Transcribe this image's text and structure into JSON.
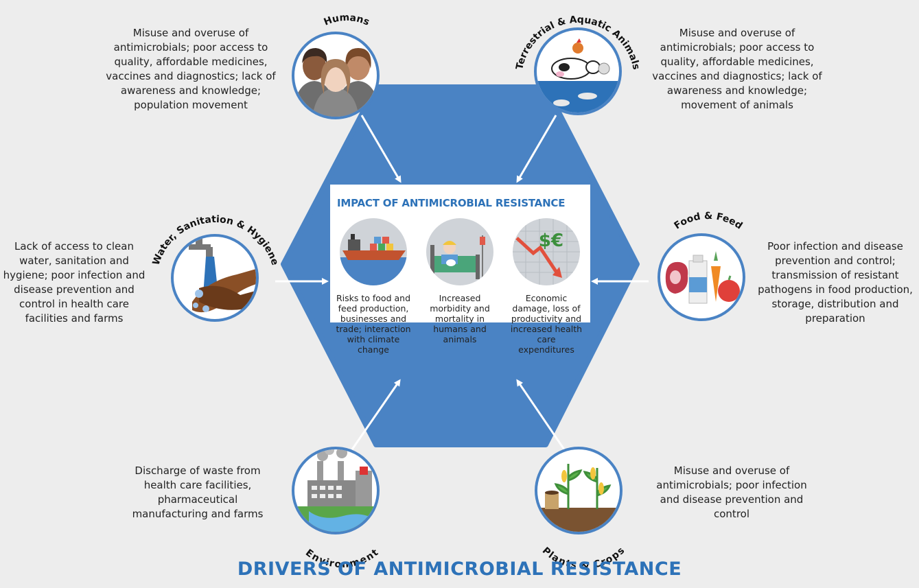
{
  "footer_title": "DRIVERS OF ANTIMICROBIAL RESISTANCE",
  "impact": {
    "title": "IMPACT OF ANTIMICROBIAL RESISTANCE",
    "items": [
      {
        "icon": "cargo-ship-icon",
        "text": "Risks to food and feed production, businesses and trade; interaction with climate change"
      },
      {
        "icon": "sick-patient-bed-icon",
        "text": "Increased morbidity and mortality in humans and animals"
      },
      {
        "icon": "economic-decline-chart-icon",
        "text": "Economic damage, loss of productivity and increased health care expenditures",
        "currency": "$€"
      }
    ]
  },
  "drivers": {
    "humans": {
      "label": "Humans",
      "icon": "people-icon",
      "text": "Misuse and overuse of antimicrobials; poor access to quality, affordable medicines, vaccines and diagnostics; lack of awareness and knowledge; population movement"
    },
    "animals": {
      "label": "Terrestrial & Aquatic Animals",
      "icon": "animals-icon",
      "text": "Misuse and overuse of antimicrobials; poor access to quality, affordable medicines, vaccines and diagnostics; lack of awareness and knowledge; movement of animals"
    },
    "water": {
      "label": "Water, Sanitation & Hygiene",
      "icon": "handwashing-icon",
      "text": "Lack of access to clean water, sanitation and hygiene; poor infection and disease prevention and control in health care facilities and farms"
    },
    "food": {
      "label": "Food & Feed",
      "icon": "food-icon",
      "text": "Poor infection and disease prevention and control; transmission of resistant pathogens in food production, storage, distribution and preparation"
    },
    "environment": {
      "label": "Environment",
      "icon": "factory-icon",
      "text": "Discharge of waste from health care facilities, pharmaceutical manufacturing and farms"
    },
    "plants": {
      "label": "Plants & Crops",
      "icon": "crops-icon",
      "text": "Misuse and overuse of antimicrobials; poor infection and disease prevention and control"
    }
  },
  "colors": {
    "hexagon": "#4a83c4",
    "accent": "#2d72b8",
    "background": "#ededed",
    "arrow": "#ffffff"
  }
}
